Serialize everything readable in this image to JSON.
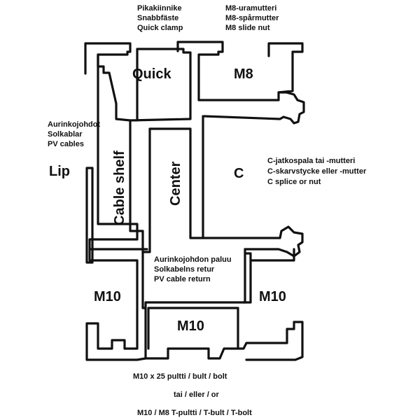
{
  "notes": {
    "quick_clamp": [
      "Pikakiinnike",
      "Snabbfäste",
      "Quick clamp"
    ],
    "m8_slide_nut": [
      "M8-uramutteri",
      "M8-spårmutter",
      "M8 slide nut"
    ],
    "pv_cables": [
      "Aurinkojohdot",
      "Solkablar",
      "PV cables"
    ],
    "c_splice": [
      "C-jatkospala tai -mutteri",
      "C-skarvstycke eller -mutter",
      "C splice or nut"
    ],
    "pv_cable_return": [
      "Aurinkojohdon paluu",
      "Solkabelns retur",
      "PV cable return"
    ]
  },
  "channels": {
    "quick": "Quick",
    "m8": "M8",
    "lip": "Lip",
    "cable_shelf": "Cable shelf",
    "center": "Center",
    "c": "C",
    "m10_left": "M10",
    "m10_right": "M10",
    "m10_bottom": "M10"
  },
  "bolts": {
    "line1": "M10 x 25 pultti / bult / bolt",
    "line2": "tai / eller / or",
    "line3": "M10 / M8 T-pultti / T-bult / T-bolt"
  },
  "colors": {
    "ink": "#111111",
    "background": "#ffffff"
  }
}
